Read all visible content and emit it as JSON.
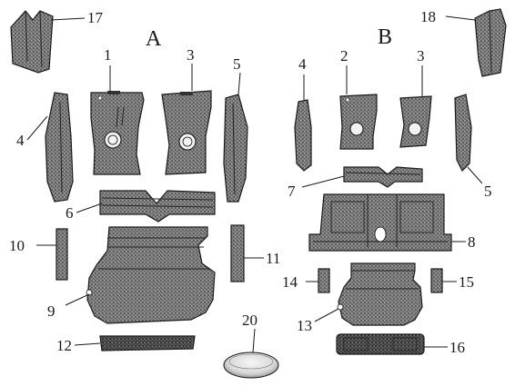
{
  "groups": [
    {
      "id": "A",
      "label": "A"
    },
    {
      "id": "B",
      "label": "B"
    }
  ],
  "parts": [
    {
      "number": "1"
    },
    {
      "number": "2"
    },
    {
      "number": "3"
    },
    {
      "number": "3"
    },
    {
      "number": "4"
    },
    {
      "number": "4"
    },
    {
      "number": "5"
    },
    {
      "number": "5"
    },
    {
      "number": "6"
    },
    {
      "number": "7"
    },
    {
      "number": "8"
    },
    {
      "number": "9"
    },
    {
      "number": "10"
    },
    {
      "number": "11"
    },
    {
      "number": "12"
    },
    {
      "number": "13"
    },
    {
      "number": "14"
    },
    {
      "number": "15"
    },
    {
      "number": "16"
    },
    {
      "number": "17"
    },
    {
      "number": "18"
    },
    {
      "number": "20"
    }
  ],
  "colors": {
    "carpet": "#7a7a7a",
    "carpet_dark": "#4a4a4a",
    "ink": "#1a1a1a",
    "background": "#ffffff"
  }
}
